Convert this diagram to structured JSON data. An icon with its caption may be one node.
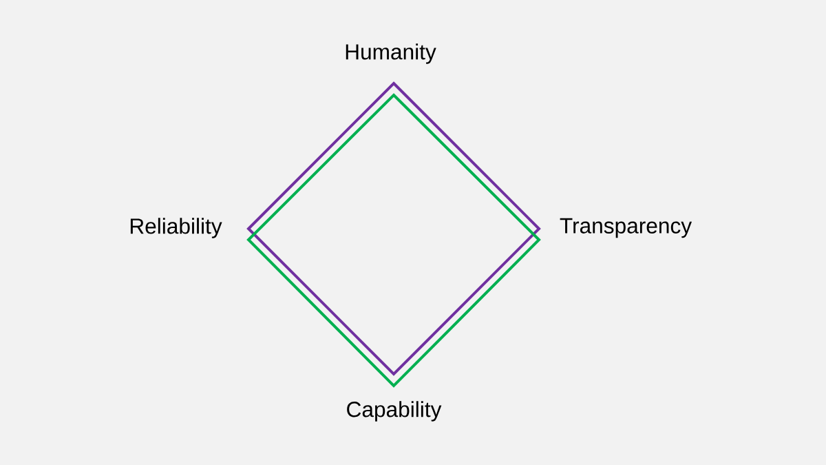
{
  "diagram": {
    "labels": [
      "Humanity",
      "Reliability",
      "Transparency",
      "Capability"
    ]
  }
}
